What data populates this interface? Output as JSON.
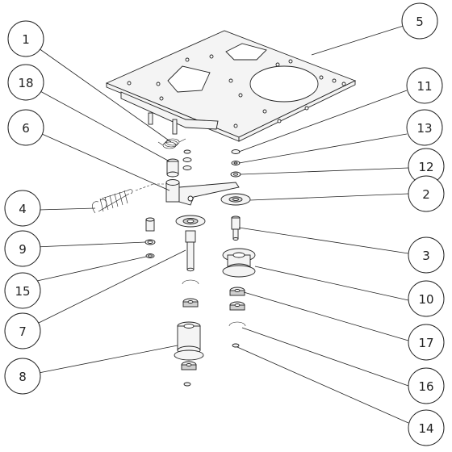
{
  "callouts": [
    {
      "label": "1"
    },
    {
      "label": "18"
    },
    {
      "label": "6"
    },
    {
      "label": "4"
    },
    {
      "label": "9"
    },
    {
      "label": "15"
    },
    {
      "label": "7"
    },
    {
      "label": "8"
    },
    {
      "label": "5"
    },
    {
      "label": "11"
    },
    {
      "label": "13"
    },
    {
      "label": "12"
    },
    {
      "label": "2"
    },
    {
      "label": "3"
    },
    {
      "label": "10"
    },
    {
      "label": "17"
    },
    {
      "label": "16"
    },
    {
      "label": "14"
    }
  ]
}
